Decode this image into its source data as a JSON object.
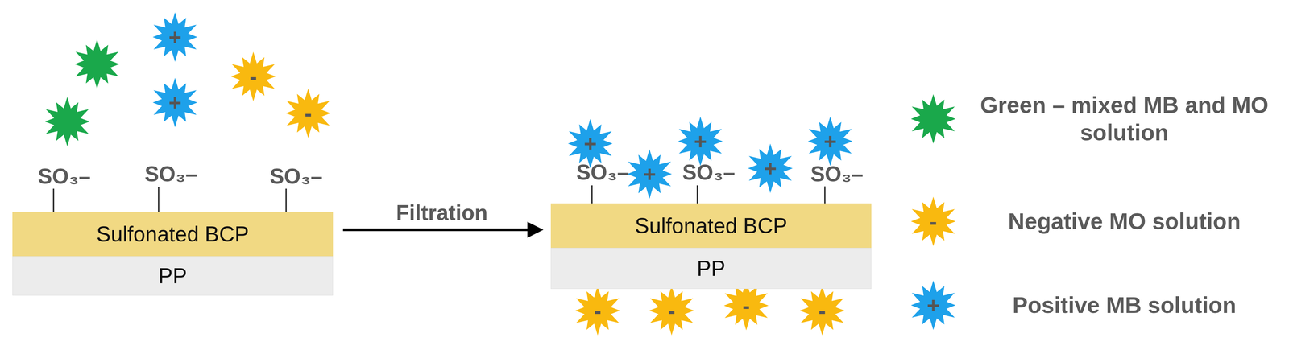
{
  "diagram": {
    "nodes": [
      {
        "text": [
          "Sulfonated BCP"
        ]
      },
      {
        "text": [
          "PP"
        ]
      },
      {
        "text": [
          "Sulfonated BCP"
        ]
      },
      {
        "text": [
          "PP"
        ]
      }
    ],
    "edges": [
      {
        "from": 0,
        "to": 2,
        "label": "Filtration",
        "arrow": "to"
      }
    ],
    "labels": [
      "SO₃–",
      "SO₃–",
      "SO₃–",
      "+",
      "+",
      "-",
      "-",
      "+",
      "+",
      "+",
      "+",
      "+",
      "SO₃–",
      "SO₃–",
      "SO₃–",
      "-",
      "-",
      "-",
      "-",
      "-",
      "+"
    ],
    "legend": [
      {
        "text": "Green – mixed MB and MO solution",
        "color": "#1aa84b"
      },
      {
        "text": "Negative MO solution",
        "color": "#f9b90f"
      },
      {
        "text": "Positive MB solution",
        "color": "#1ea1ea"
      }
    ]
  }
}
